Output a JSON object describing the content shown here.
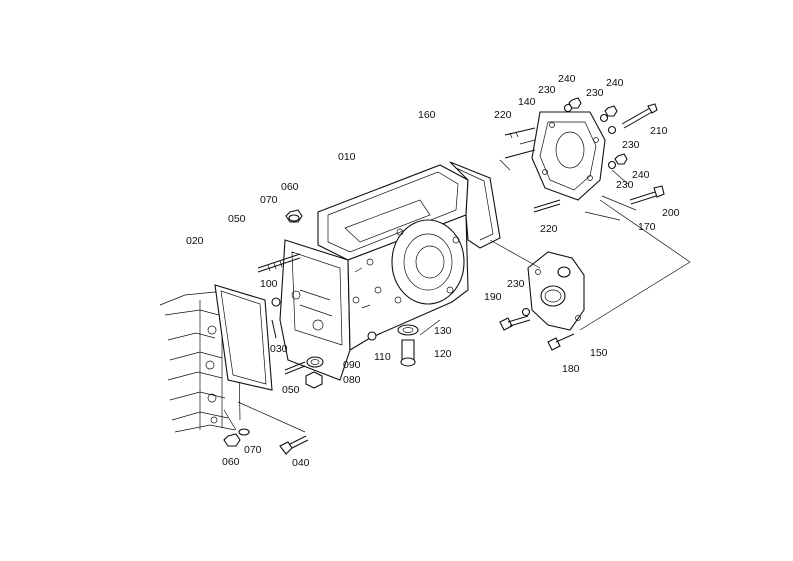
{
  "diagram": {
    "labels": {
      "l010": "010",
      "l020": "020",
      "l030": "030",
      "l040": "040",
      "l050a": "050",
      "l050b": "050",
      "l060a": "060",
      "l060b": "060",
      "l070a": "070",
      "l070b": "070",
      "l080": "080",
      "l090": "090",
      "l100": "100",
      "l110": "110",
      "l120": "120",
      "l130": "130",
      "l140": "140",
      "l150": "150",
      "l160": "160",
      "l170": "170",
      "l180": "180",
      "l190": "190",
      "l200": "200",
      "l210": "210",
      "l220a": "220",
      "l220b": "220",
      "l230a": "230",
      "l230b": "230",
      "l230c": "230",
      "l230d": "230",
      "l230e": "230",
      "l240a": "240",
      "l240b": "240",
      "l240c": "240"
    }
  }
}
